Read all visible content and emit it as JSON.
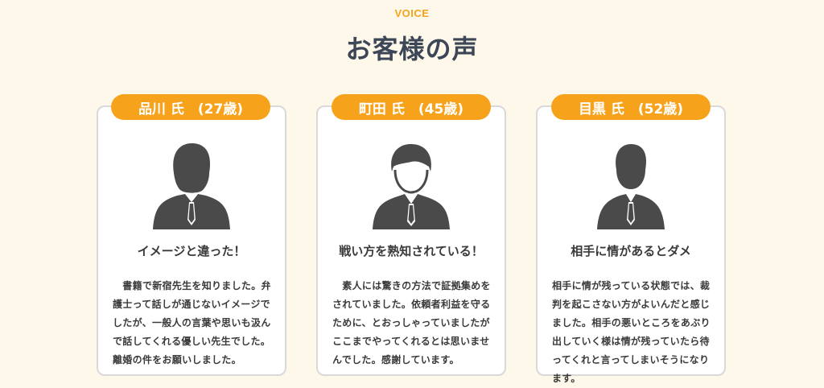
{
  "section": {
    "eyebrow": "VOICE",
    "title": "お客様の声"
  },
  "colors": {
    "accent": "#f7a21b",
    "card_border": "#d9d9d9",
    "background": "#fdf8e9",
    "avatar": "#4a4a4a"
  },
  "testimonials": [
    {
      "name_tag": "品川 氏　(27歳)",
      "avatar_icon": "businessman-avatar-icon",
      "heading": "イメージと違った！",
      "body": "　書籍で新宿先生を知りました。弁護士って話しが通じないイメージでしたが、一般人の言葉や思いも汲んで話してくれる優しい先生でした。離婚の件をお願いしました。"
    },
    {
      "name_tag": "町田 氏　(45歳)",
      "avatar_icon": "businessman-avatar-icon",
      "heading": "戦い方を熟知されている！",
      "body": "　素人には驚きの方法で証拠集めをされていました。依頼者利益を守るために、とおっしゃっていましたがここまでやってくれるとは思いませんでした。感謝しています。"
    },
    {
      "name_tag": "目黒 氏　(52歳)",
      "avatar_icon": "businessman-avatar-icon",
      "heading": "相手に情があるとダメ",
      "body": "相手に情が残っている状態では、裁判を起こさない方がよいんだと感じました。相手の悪いところをあぶり出していく様は情が残っていたら待ってくれと言ってしまいそうになります。"
    }
  ]
}
